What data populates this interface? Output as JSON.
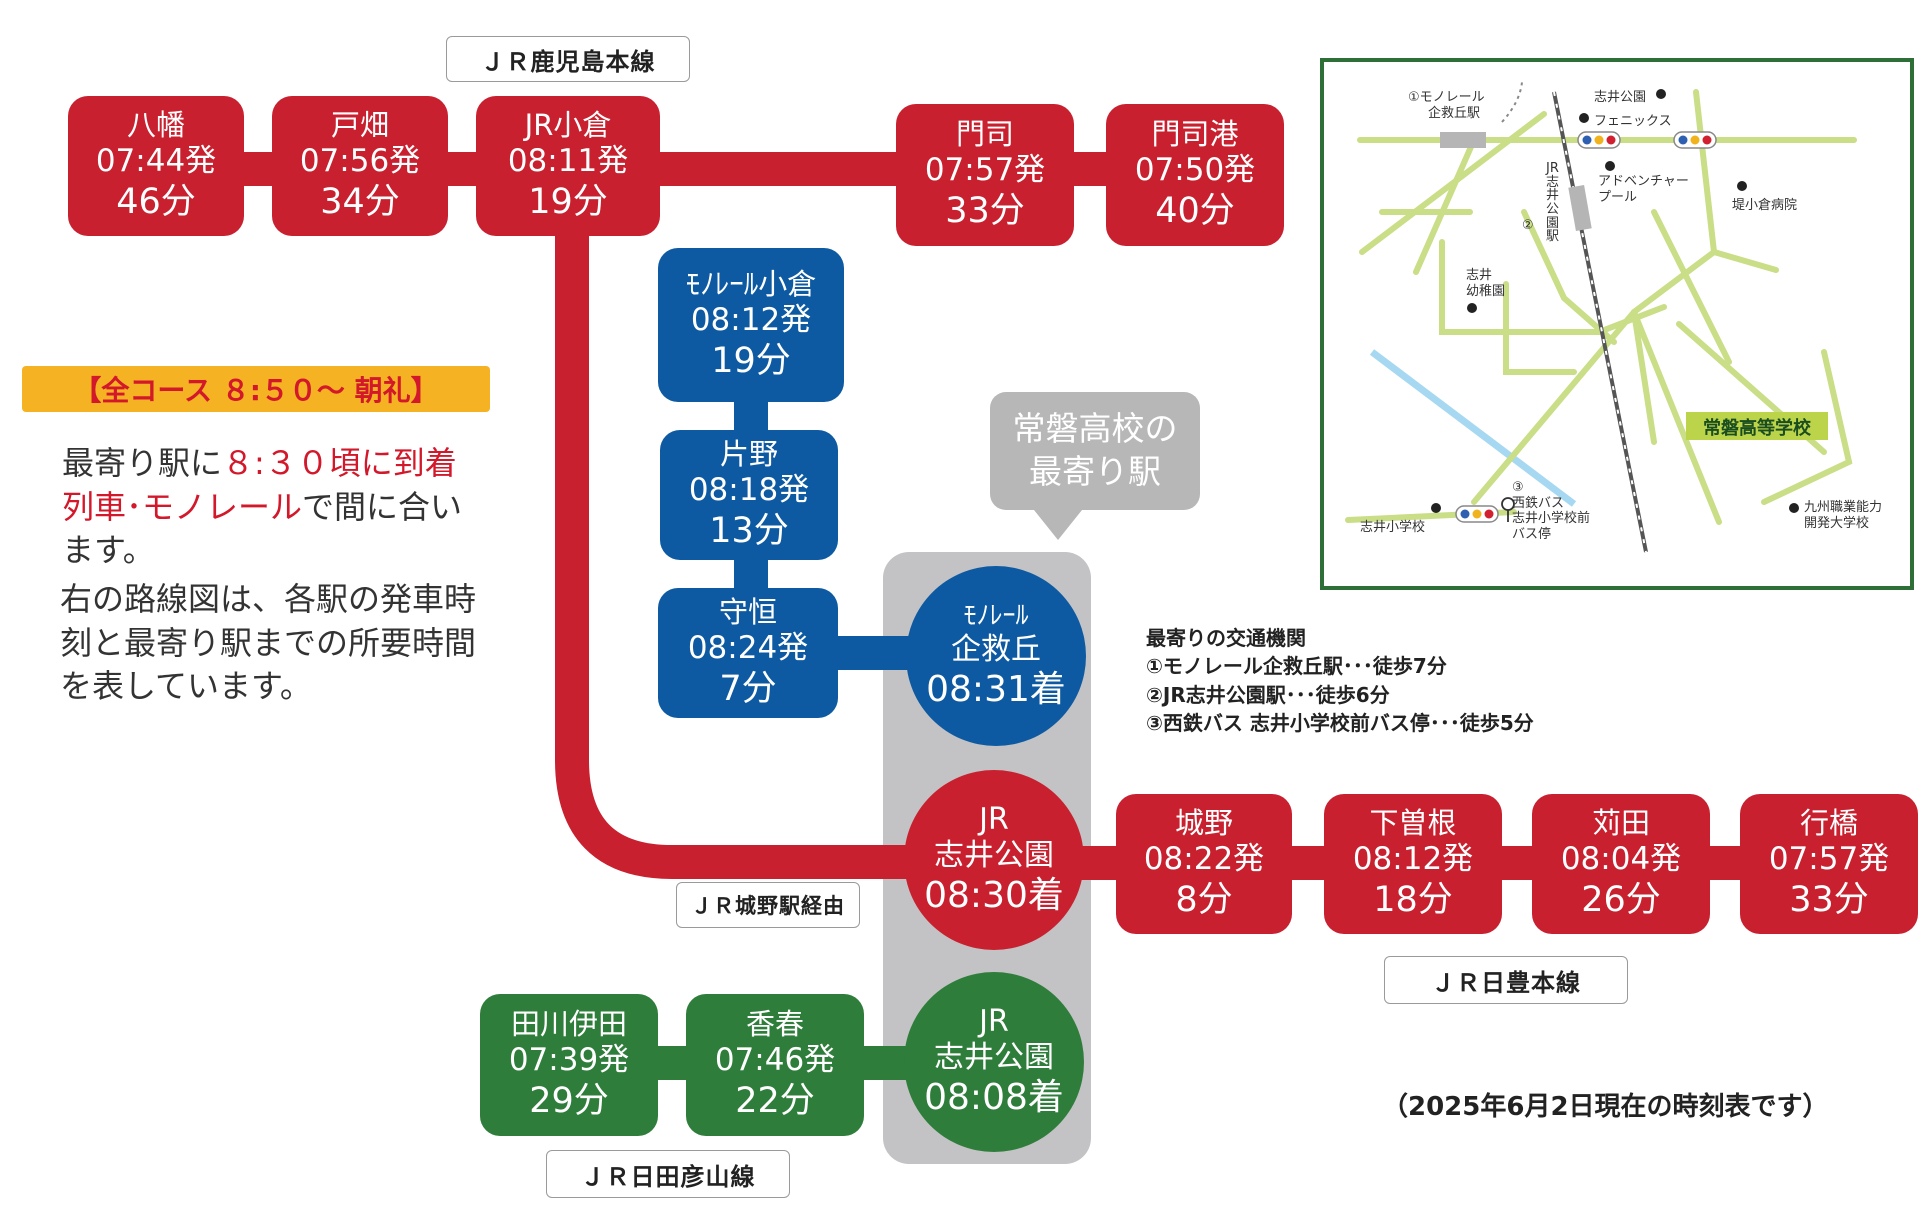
{
  "colors": {
    "kagoshima": "#c8202e",
    "monorail": "#0d5aa2",
    "hitahikosan": "#2f7d3b",
    "hub": "#c3c3c6",
    "banner": "#f5b223",
    "highlight": "#d2182a",
    "map_frame": "#2e6e37",
    "map_road": "#c9de86",
    "map_river": "#a6d8f2"
  },
  "line_labels": {
    "kagoshima": "ＪＲ鹿児島本線",
    "jono": "ＪＲ城野駅経由",
    "nippo": "ＪＲ日豊本線",
    "hitahikosan": "ＪＲ日田彦山線"
  },
  "stations_kagoshima": [
    {
      "name": "八幡",
      "depart": "07:44発",
      "minutes": "46分"
    },
    {
      "name": "戸畑",
      "depart": "07:56発",
      "minutes": "34分"
    },
    {
      "name": "JR小倉",
      "depart": "08:11発",
      "minutes": "19分"
    },
    {
      "name": "門司",
      "depart": "07:57発",
      "minutes": "33分"
    },
    {
      "name": "門司港",
      "depart": "07:50発",
      "minutes": "40分"
    }
  ],
  "stations_monorail": [
    {
      "name": "ﾓﾉﾚｰﾙ小倉",
      "depart": "08:12発",
      "minutes": "19分"
    },
    {
      "name": "片野",
      "depart": "08:18発",
      "minutes": "13分"
    },
    {
      "name": "守恒",
      "depart": "08:24発",
      "minutes": "7分"
    }
  ],
  "stations_nippo": [
    {
      "name": "城野",
      "depart": "08:22発",
      "minutes": "8分"
    },
    {
      "name": "下曽根",
      "depart": "08:12発",
      "minutes": "18分"
    },
    {
      "name": "苅田",
      "depart": "08:04発",
      "minutes": "26分"
    },
    {
      "name": "行橋",
      "depart": "07:57発",
      "minutes": "33分"
    }
  ],
  "stations_hitahikosan": [
    {
      "name": "田川伊田",
      "depart": "07:39発",
      "minutes": "29分"
    },
    {
      "name": "香春",
      "depart": "07:46発",
      "minutes": "22分"
    }
  ],
  "hubs": {
    "monorail": {
      "line1": "ﾓﾉﾚｰﾙ",
      "line2": "企救丘",
      "arrive": "08:31着"
    },
    "jr_red": {
      "line1": "JR",
      "line2": "志井公園",
      "arrive": "08:30着"
    },
    "jr_green": {
      "line1": "JR",
      "line2": "志井公園",
      "arrive": "08:08着"
    }
  },
  "nearest_label": {
    "line1": "常磐高校の",
    "line2": "最寄り駅"
  },
  "notes": {
    "banner": "【全コース ８:５０～ 朝礼】",
    "p1_a": "最寄り駅に",
    "p1_hl1": "８:３０頃に到着",
    "p1_hl2": "列車･モノレール",
    "p1_b": "で間に合います。",
    "p2": "右の路線図は、各駅の発車時刻と最寄り駅までの所要時間を表しています。"
  },
  "transit": {
    "title": "最寄りの交通機関",
    "items": [
      "①モノレール企救丘駅･･･徒歩7分",
      "②JR志井公園駅･･･徒歩6分",
      "③西鉄バス 志井小学校前バス停･･･徒歩5分"
    ]
  },
  "date_note": "（2025年6月2日現在の時刻表です）",
  "map": {
    "school": "常磐高等学校",
    "monorail_station_l1": "①モノレール",
    "monorail_station_l2": "企救丘駅",
    "jr_station": "JR志井公園駅",
    "jr_station_num": "②",
    "shii_park": "志井公園",
    "phoenix": "フェニックス",
    "adventure_l1": "アドベンチャー",
    "adventure_l2": "プール",
    "hospital": "堤小倉病院",
    "kindergarten_l1": "志井",
    "kindergarten_l2": "幼稚園",
    "elementary": "志井小学校",
    "bus_num": "③",
    "bus_l1": "西鉄バス",
    "bus_l2": "志井小学校前",
    "bus_l3": "バス停",
    "polytech_l1": "九州職業能力",
    "polytech_l2": "開発大学校"
  }
}
